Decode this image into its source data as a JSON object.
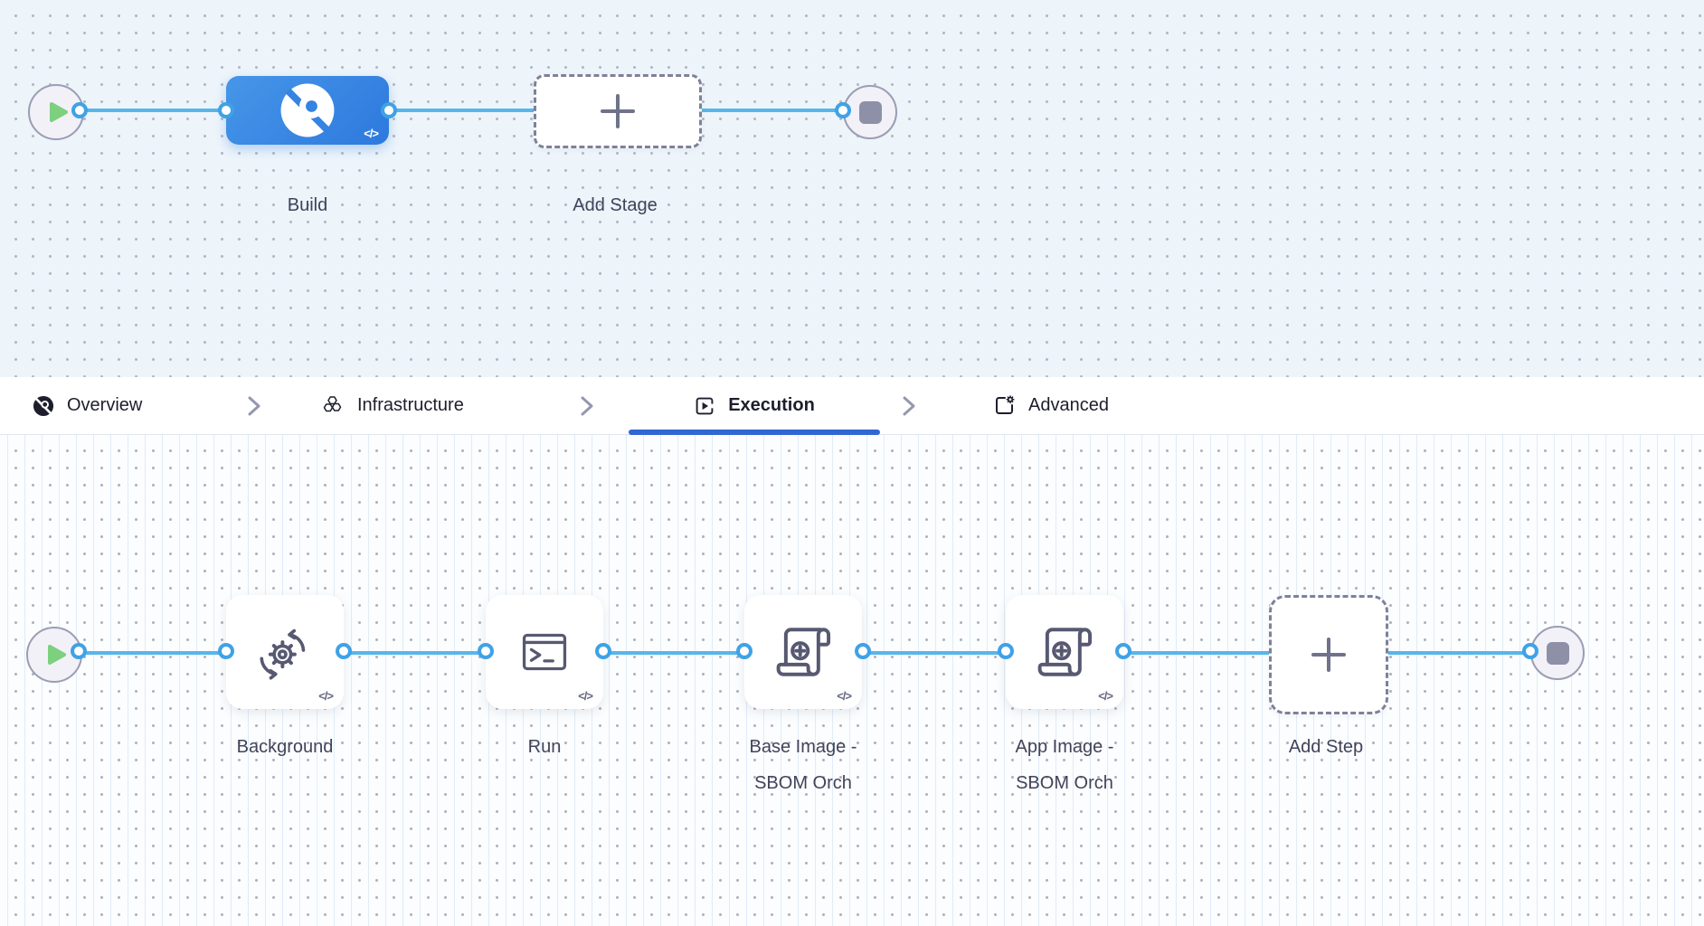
{
  "glyphs": {
    "code_icon": "</>",
    "plus": "+"
  },
  "stage_pipeline": {
    "stages": [
      {
        "label": "Build",
        "type": "ci-build-stage"
      },
      {
        "label": "Add Stage",
        "type": "add-placeholder"
      }
    ]
  },
  "tabs": {
    "overview": "Overview",
    "infrastructure": "Infrastructure",
    "execution": "Execution",
    "advanced": "Advanced",
    "active_tab": "Execution"
  },
  "execution_pipeline": {
    "steps": [
      {
        "label": "Background",
        "type": "background-service"
      },
      {
        "label": "Run",
        "type": "run-script"
      },
      {
        "label": "Base Image -\nSBOM Orch",
        "type": "sbom-orchestration"
      },
      {
        "label": "App Image -\nSBOM Orch",
        "type": "sbom-orchestration"
      },
      {
        "label": "Add Step",
        "type": "add-placeholder"
      }
    ]
  },
  "colors": {
    "canvas_top_bg": "#edf4fa",
    "canvas_bottom_bg": "#fbfdfe",
    "wire_blue": "#57b6ea",
    "port_ring_blue": "#3fa2e6",
    "stage_blue_gradient_start": "#4696e8",
    "stage_blue_gradient_end": "#2d79de",
    "tab_underline_blue": "#3067d3",
    "play_green": "#7cd07e",
    "stop_gray": "#8e90a8",
    "icon_stroke": "#575972",
    "label_text": "#41435a",
    "tab_text": "#1d1e2c"
  }
}
